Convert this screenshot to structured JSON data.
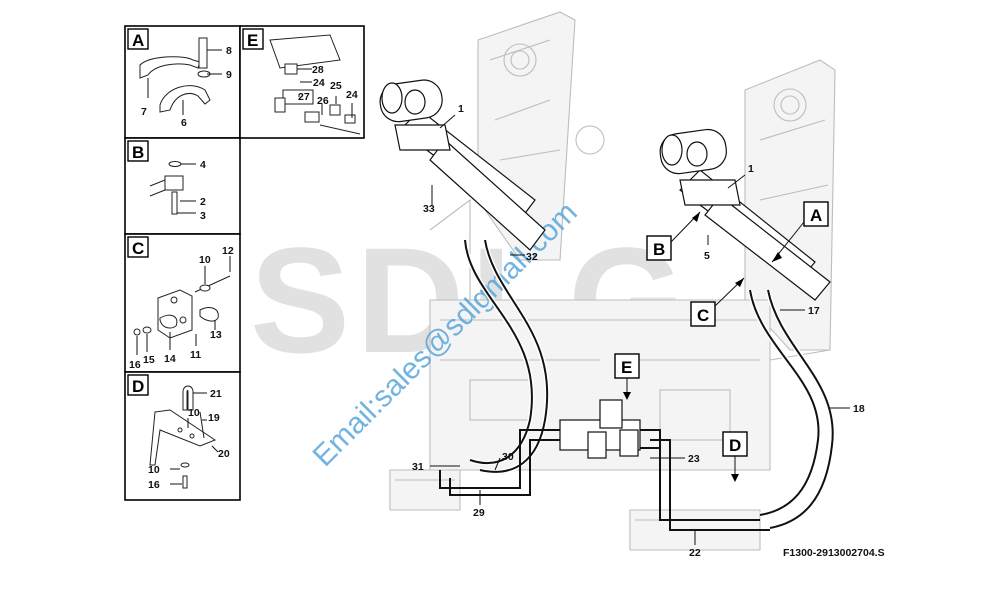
{
  "diagram": {
    "figure_ref": "F1300-2913002704.S",
    "watermark": {
      "brand_letters": "SDLG",
      "email": "Email:sales@sdlgmall.com"
    },
    "detail_boxes": [
      {
        "letter": "A",
        "labels": [
          "8",
          "9",
          "7",
          "6"
        ]
      },
      {
        "letter": "E",
        "labels": [
          "28",
          "24",
          "25",
          "27",
          "26",
          "24"
        ]
      },
      {
        "letter": "B",
        "labels": [
          "4",
          "2",
          "3"
        ]
      },
      {
        "letter": "C",
        "labels": [
          "12",
          "10",
          "13",
          "16",
          "15",
          "14",
          "11"
        ]
      },
      {
        "letter": "D",
        "labels": [
          "21",
          "10",
          "19",
          "20",
          "10",
          "16"
        ]
      }
    ],
    "callouts": [
      "A",
      "B",
      "C",
      "E",
      "D"
    ],
    "main_labels": [
      "1",
      "1",
      "33",
      "32",
      "5",
      "17",
      "18",
      "23",
      "31",
      "30",
      "29",
      "22"
    ]
  }
}
